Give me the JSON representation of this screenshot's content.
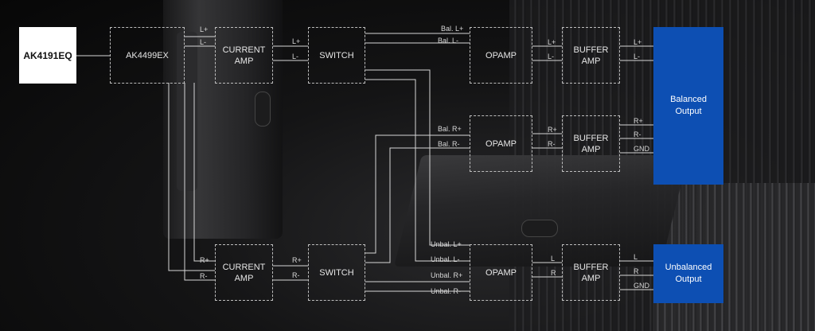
{
  "source_chip": "AK4191EQ",
  "dac_chip": "AK4499EX",
  "current_amp": "CURRENT\nAMP",
  "switch": "SWITCH",
  "opamp": "OPAMP",
  "buffer_amp": "BUFFER\nAMP",
  "balanced_output": "Balanced\nOutput",
  "unbalanced_output": "Unbalanced\nOutput",
  "dac_left_labels": [
    "L+",
    "L-"
  ],
  "dac_right_labels": [
    "R+",
    "R-"
  ],
  "amp_to_switch_top": [
    "L+",
    "L-"
  ],
  "amp_to_switch_bottom": [
    "R+",
    "R-"
  ],
  "bal_left_labels": [
    "Bal. L+",
    "Bal. L-"
  ],
  "bal_right_labels": [
    "Bal. R+",
    "Bal. R-"
  ],
  "unbal_labels": [
    "Unbal. L+",
    "Unbal. L-",
    "Unbal. R+",
    "Unbal. R-"
  ],
  "opamp_top_outputs": [
    "L+",
    "L-"
  ],
  "opamp_mid_outputs": [
    "R+",
    "R-"
  ],
  "opamp_bottom_outputs": [
    "L",
    "R"
  ],
  "balanced_pins_top": [
    "L+",
    "L-"
  ],
  "balanced_pins_mid": [
    "R+",
    "R-",
    "GND"
  ],
  "unbalanced_pins": [
    "L",
    "R",
    "GND"
  ],
  "colors": {
    "accent_blue": "#0d4fb3",
    "line": "#d6d6d6",
    "dashed": "#bdbdbd"
  }
}
